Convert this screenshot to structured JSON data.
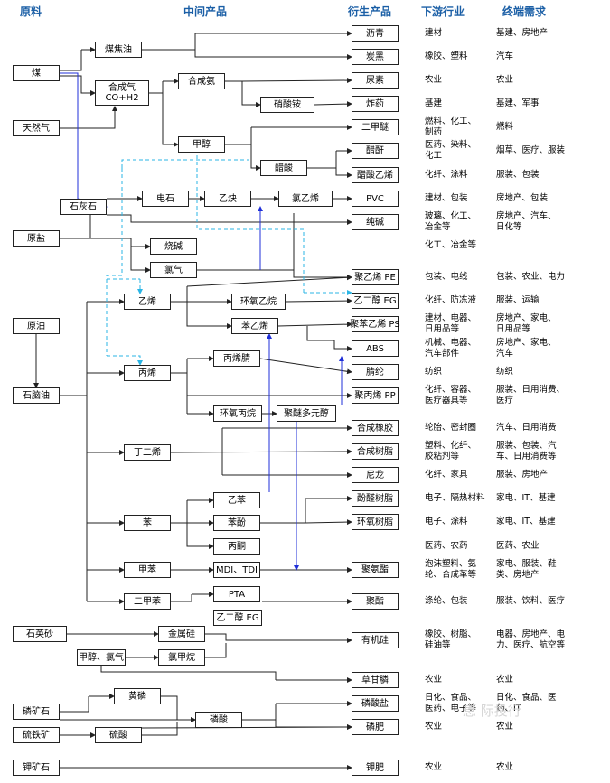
{
  "headers": {
    "raw": "原料",
    "intermediate": "中间产品",
    "derivative": "衍生产品",
    "downstream": "下游行业",
    "terminal": "终端需求"
  },
  "nodes": {
    "coal": "煤",
    "coking_oil": "煤焦油",
    "syngas": "合成气\nCO+H2",
    "natural_gas": "天然气",
    "synthetic_ammonia": "合成氨",
    "ammonium_nitrate": "硝酸铵",
    "methanol": "甲醇",
    "acetic_acid": "醋酸",
    "limestone": "石灰石",
    "calcium_carbide": "电石",
    "acetylene": "乙炔",
    "vinyl_chloride": "氯乙烯",
    "crude_salt": "原盐",
    "caustic_soda": "烧碱",
    "chlorine": "氯气",
    "crude_oil": "原油",
    "naphtha": "石脑油",
    "ethylene": "乙烯",
    "ethylene_oxide": "环氧乙烷",
    "styrene": "苯乙烯",
    "propylene": "丙烯",
    "acrylonitrile": "丙烯腈",
    "propylene_oxide": "环氧丙烷",
    "polyether_polyol": "聚醚多元醇",
    "butadiene": "丁二烯",
    "ethylbenzene": "乙苯",
    "benzene": "苯",
    "phenol": "苯酚",
    "acetone": "丙酮",
    "toluene": "甲苯",
    "mdi_tdi": "MDI、TDI",
    "xylene": "二甲苯",
    "pta": "PTA",
    "meg": "乙二醇 EG",
    "quartz_sand": "石英砂",
    "metal_silicon": "金属硅",
    "methanol_chlorine": "甲醇、氯气",
    "chloromethane": "氯甲烷",
    "phosphate_rock": "磷矿石",
    "yellow_phosphorus": "黄磷",
    "pyrite": "硫铁矿",
    "sulfuric_acid": "硫酸",
    "phosphoric_acid": "磷酸",
    "potash_ore": "钾矿石"
  },
  "rows": [
    {
      "product": "沥青",
      "industry": "建材",
      "demand": "基建、房地产"
    },
    {
      "product": "炭黑",
      "industry": "橡胶、塑料",
      "demand": "汽车"
    },
    {
      "product": "尿素",
      "industry": "农业",
      "demand": "农业"
    },
    {
      "product": "炸药",
      "industry": "基建",
      "demand": "基建、军事"
    },
    {
      "product": "二甲醚",
      "industry": "燃料、化工、\n制药",
      "demand": "燃料"
    },
    {
      "product": "醋酐",
      "industry": "医药、染料、\n化工",
      "demand": "烟草、医疗、服装"
    },
    {
      "product": "醋酸乙烯",
      "industry": "化纤、涂料",
      "demand": "服装、包装"
    },
    {
      "product": "PVC",
      "industry": "建材、包装",
      "demand": "房地产、包装"
    },
    {
      "product": "纯碱",
      "industry": "玻璃、化工、\n冶金等",
      "demand": "房地产、汽车、\n日化等"
    },
    {
      "product": "",
      "industry": "化工、冶金等",
      "demand": ""
    },
    {
      "product": "聚乙烯 PE",
      "industry": "包装、电线",
      "demand": "包装、农业、电力"
    },
    {
      "product": "乙二醇 EG",
      "industry": "化纤、防冻液",
      "demand": "服装、运输"
    },
    {
      "product": "聚苯乙烯 PS",
      "industry": "建材、电器、\n日用品等",
      "demand": "房地产、家电、\n日用品等"
    },
    {
      "product": "ABS",
      "industry": "机械、电器、\n汽车部件",
      "demand": "房地产、家电、\n汽车"
    },
    {
      "product": "腈纶",
      "industry": "纺织",
      "demand": "纺织"
    },
    {
      "product": "聚丙烯 PP",
      "industry": "化纤、容器、\n医疗器具等",
      "demand": "服装、日用消费、\n医疗"
    },
    {
      "product": "合成橡胶",
      "industry": "轮胎、密封圈",
      "demand": "汽车、日用消费"
    },
    {
      "product": "合成树脂",
      "industry": "塑料、化纤、\n胶粘剂等",
      "demand": "服装、包装、汽\n车、日用消费等"
    },
    {
      "product": "尼龙",
      "industry": "化纤、家具",
      "demand": "服装、房地产"
    },
    {
      "product": "酚醛树脂",
      "industry": "电子、隔热材料",
      "demand": "家电、IT、基建"
    },
    {
      "product": "环氧树脂",
      "industry": "电子、涂料",
      "demand": "家电、IT、基建"
    },
    {
      "product": "",
      "industry": "医药、农药",
      "demand": "医药、农业"
    },
    {
      "product": "聚氨酯",
      "industry": "泡沫塑料、氨\n纶、合成革等",
      "demand": "家电、服装、鞋\n类、房地产"
    },
    {
      "product": "聚酯",
      "industry": "涤纶、包装",
      "demand": "服装、饮料、医疗"
    },
    {
      "product": "有机硅",
      "industry": "橡胶、树脂、\n硅油等",
      "demand": "电器、房地产、电\n力、医疗、航空等"
    },
    {
      "product": "草甘膦",
      "industry": "农业",
      "demand": "农业"
    },
    {
      "product": "磷酸盐",
      "industry": "日化、食品、\n医药、电子等",
      "demand": "日化、食品、医\n药、IT"
    },
    {
      "product": "磷肥",
      "industry": "农业",
      "demand": "农业"
    },
    {
      "product": "钾肥",
      "industry": "农业",
      "demand": "农业"
    }
  ],
  "watermark": "息   际投行",
  "colors": {
    "header": "#1b5fa6",
    "line": "#222222",
    "blue_line": "#1f2fd8",
    "dashed": "#2bb6e6"
  }
}
